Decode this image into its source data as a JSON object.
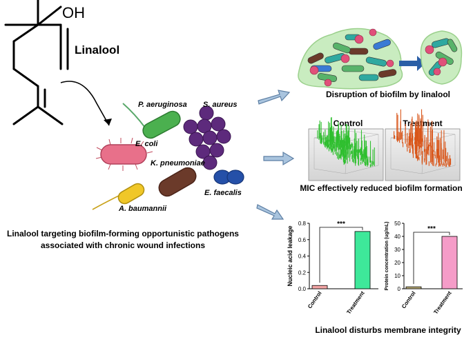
{
  "molecule": {
    "oh_label": "OH",
    "name": "Linalool"
  },
  "pathogens": {
    "p_aeruginosa": "P. aeruginosa",
    "s_aureus": "S. aureus",
    "e_coli": "E. coli",
    "k_pneumoniae": "K. pneumoniae",
    "e_faecalis": "E. faecalis",
    "a_baumannii": "A. baumannii"
  },
  "bottom_caption": {
    "line1": "Linalool targeting biofilm-forming opportunistic pathogens",
    "line2": "associated with chronic wound infections"
  },
  "panel_biofilm": {
    "caption": "Disruption of biofilm by linalool"
  },
  "panel_mic": {
    "control_label": "Control",
    "treatment_label": "Treatment",
    "caption": "MIC effectively reduced biofilm formation"
  },
  "panel_membrane": {
    "caption": "Linalool disturbs membrane integrity"
  },
  "chart_data": [
    {
      "type": "bar",
      "ylabel": "Nucleic acid leakage",
      "categories": [
        "Control",
        "Treatment"
      ],
      "values": [
        0.04,
        0.7
      ],
      "ylim": [
        0.0,
        0.8
      ],
      "yticks": [
        "0.0",
        "0.2",
        "0.4",
        "0.6",
        "0.8"
      ],
      "colors": [
        "#f4a6a6",
        "#3ee89a"
      ],
      "significance": "***"
    },
    {
      "type": "bar",
      "ylabel": "Protein concentration (ug/mL)",
      "categories": [
        "Control",
        "Treatment"
      ],
      "values": [
        1.5,
        40
      ],
      "ylim": [
        0,
        50
      ],
      "yticks": [
        "0",
        "10",
        "20",
        "30",
        "40",
        "50"
      ],
      "colors": [
        "#bdb07a",
        "#f59cc8"
      ],
      "significance": "***"
    }
  ]
}
